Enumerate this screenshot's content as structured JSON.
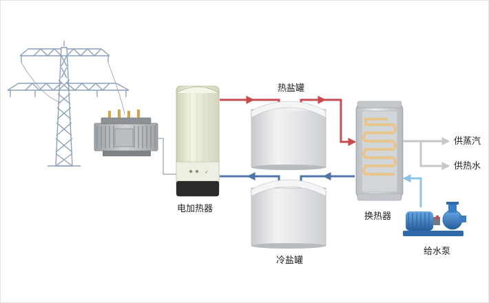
{
  "labels": {
    "electric_heater": "电加热器",
    "hot_salt_tank": "热盐罐",
    "cold_salt_tank": "冷盐罐",
    "heat_exchanger": "换热器",
    "feed_pump": "给水泵",
    "steam_supply": "供蒸汽",
    "heat_supply": "供热水"
  },
  "icons": {
    "tower": "transmission-tower-icon",
    "transformer": "transformer-icon",
    "pump": "pump-icon"
  },
  "colors": {
    "hot_pipe": "#c94a4f",
    "cold_pipe": "#4f74a8",
    "water_pipe": "#8fc3e6",
    "output_pipe": "#c7c7c7",
    "tank": "#e4e6e9",
    "heater_body": "#eceedc",
    "pump": "#3b7dc4"
  }
}
